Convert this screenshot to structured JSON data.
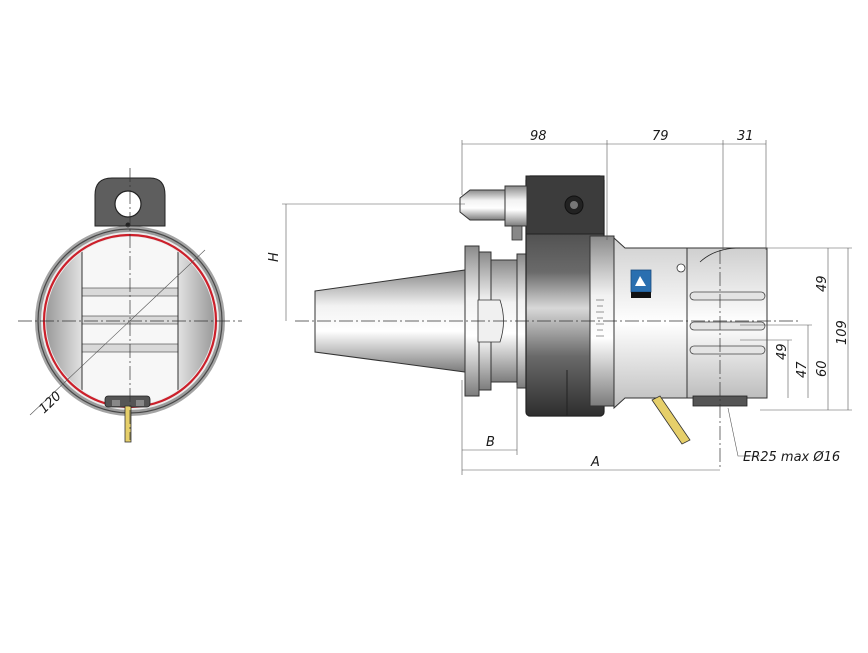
{
  "drawing": {
    "dimensions": {
      "d98": "98",
      "d79": "79",
      "d31": "31",
      "H": "H",
      "B": "B",
      "A": "A",
      "d49_top": "49",
      "d109": "109",
      "d49_low": "49",
      "d47": "47",
      "d60": "60",
      "d120": "120"
    },
    "callout": "ER25 max Ø16",
    "colors": {
      "body_dark": "#4a4a4a",
      "body_light": "#eeeeee",
      "red_ring": "#cc1f2a",
      "coolant_yellow": "#e6cf6a",
      "logo_blue": "#2a6fb0"
    }
  }
}
